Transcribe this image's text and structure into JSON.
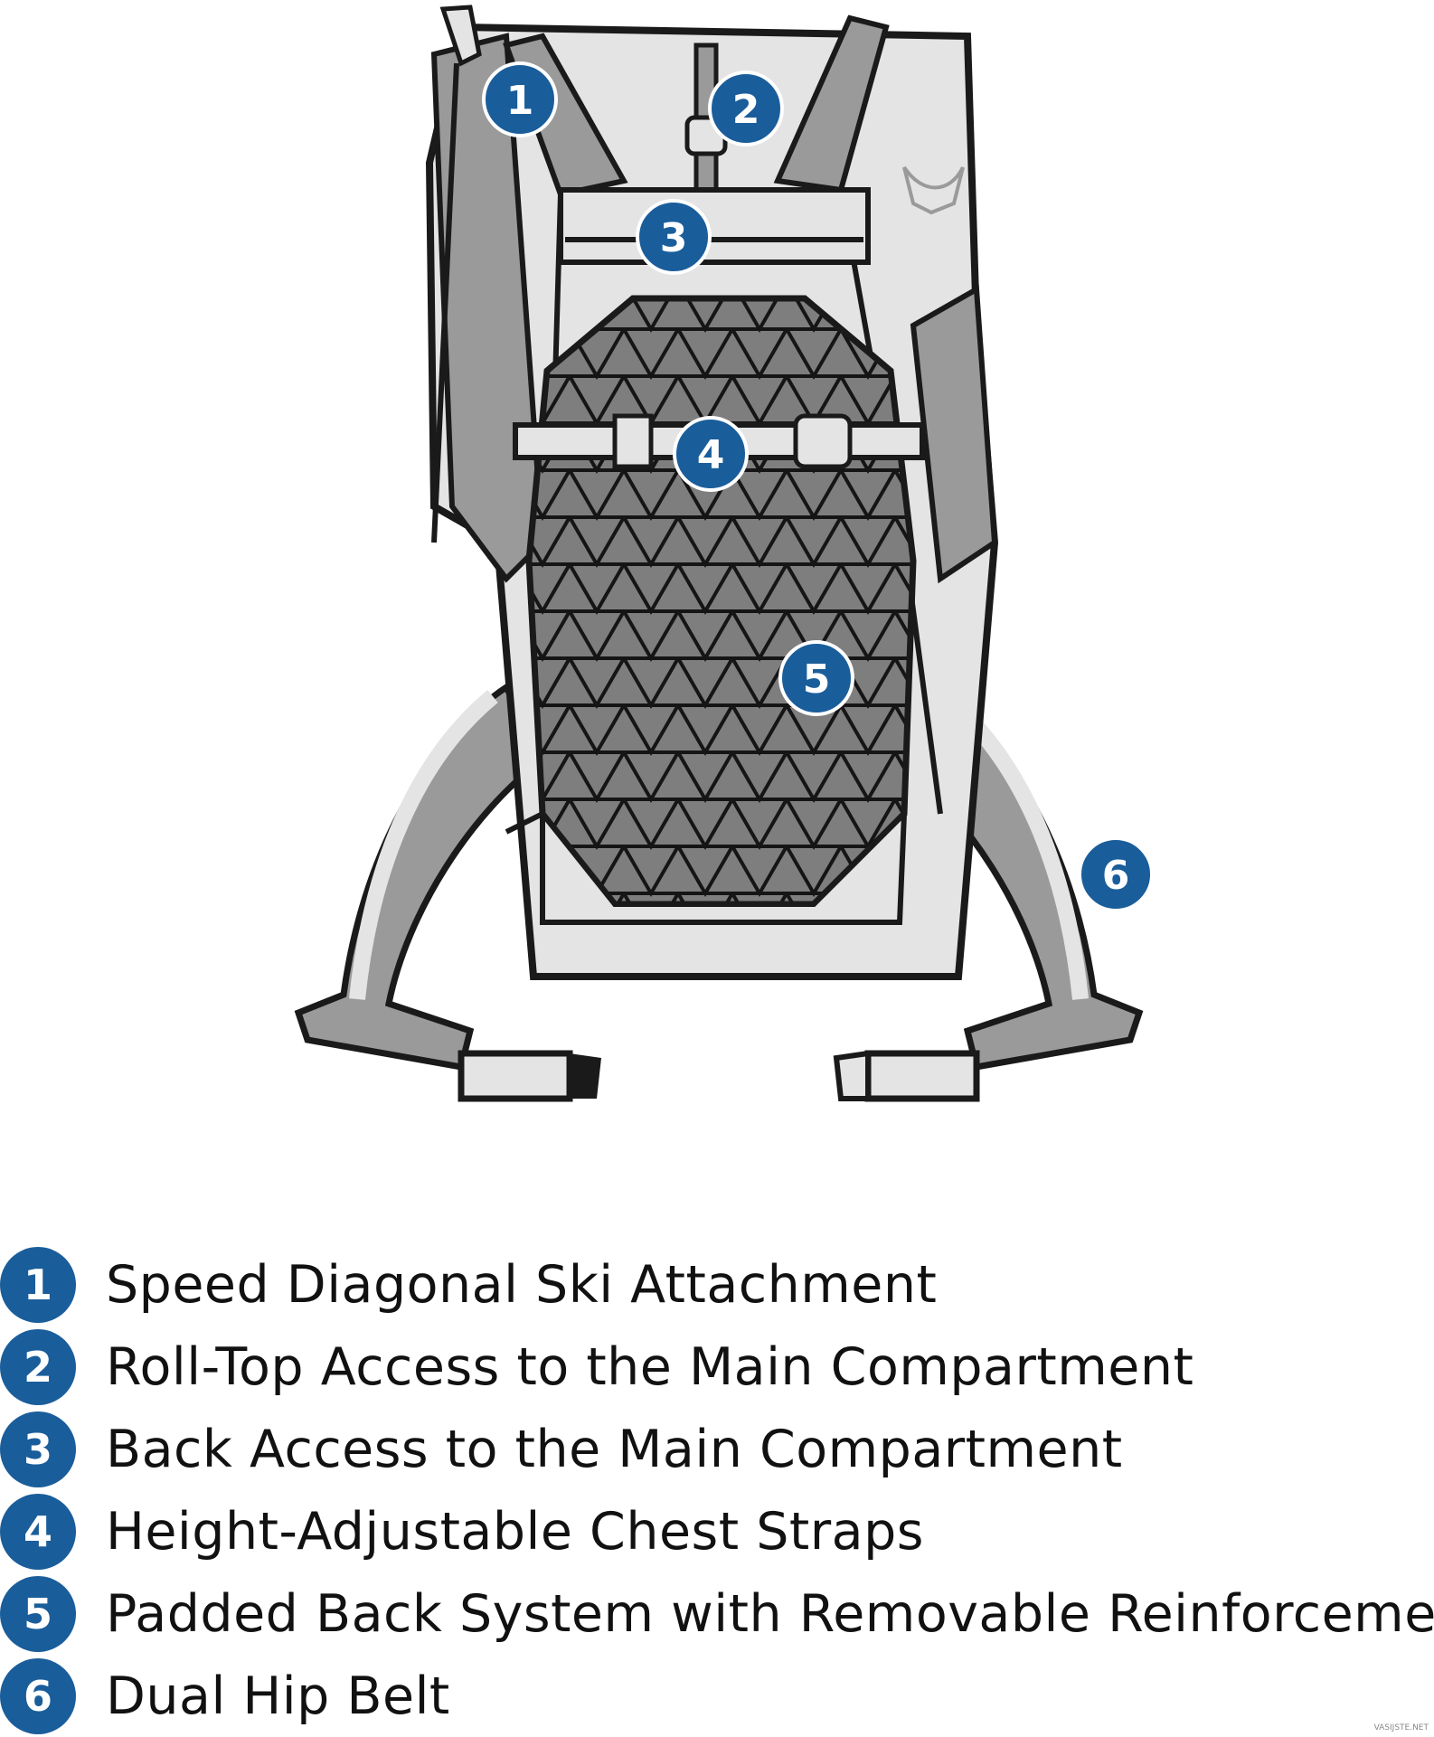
{
  "colors": {
    "marker": "#1a5d9b",
    "outline": "#1a1a1a",
    "light_fabric": "#e4e4e4",
    "mid_fabric": "#9a9a9a",
    "dark_mesh": "#808080"
  },
  "callouts": [
    {
      "number": "1",
      "label": "Speed Diagonal Ski Attachment"
    },
    {
      "number": "2",
      "label": "Roll-Top Access to the Main Compartment"
    },
    {
      "number": "3",
      "label": "Back Access to the Main Compartment"
    },
    {
      "number": "4",
      "label": "Height-Adjustable Chest Straps"
    },
    {
      "number": "5",
      "label": "Padded Back System with Removable Reinforcement"
    },
    {
      "number": "6",
      "label": "Dual Hip Belt"
    }
  ],
  "watermark": "VASIJSTE.NET"
}
